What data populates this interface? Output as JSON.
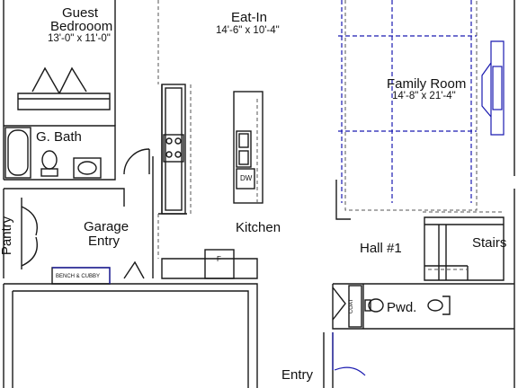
{
  "rooms": {
    "guest_bedroom": {
      "name_line1": "Guest",
      "name_line2": "Bedrooom",
      "size": "13'-0\" x 11'-0\""
    },
    "eat_in": {
      "name": "Eat-In",
      "size": "14'-6\" x 10'-4\""
    },
    "family_room": {
      "name": "Family Room",
      "size": "14'-8\" x 21'-4\""
    },
    "g_bath": {
      "name": "G. Bath"
    },
    "pantry": {
      "name": "Pantry"
    },
    "garage_entry": {
      "name_line1": "Garage",
      "name_line2": "Entry"
    },
    "kitchen": {
      "name": "Kitchen"
    },
    "hall": {
      "name": "Hall #1"
    },
    "stairs": {
      "name": "Stairs"
    },
    "powder": {
      "name": "Pwd."
    },
    "entry": {
      "name": "Entry"
    }
  },
  "fixtures": {
    "dishwasher": "DW",
    "fridge": "F",
    "coat": "COAT",
    "bench_cubby": "BENCH & CUBBY"
  },
  "colors": {
    "wall": "#1a1a1a",
    "accent_blue": "#1a1ab0",
    "dashed_gray": "#555555",
    "background": "#ffffff"
  }
}
